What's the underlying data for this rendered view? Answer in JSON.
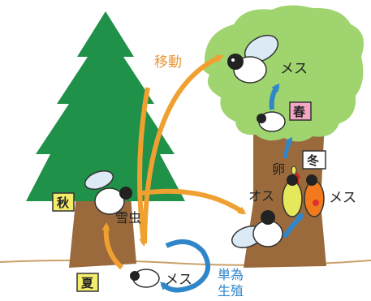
{
  "labels": {
    "migration": "移動",
    "female_top": "メス",
    "spring": "春",
    "winter": "冬",
    "egg": "卵",
    "male": "オス",
    "female_mid": "メス",
    "autumn": "秋",
    "snow_insect": "雪虫",
    "summer": "夏",
    "female_bottom": "メス",
    "parthenogenesis_1": "単為",
    "parthenogenesis_2": "生殖"
  },
  "colors": {
    "orange_arrow": "#f0a030",
    "blue_arrow": "#2f86c8",
    "migration_text": "#e8963a",
    "conifer": "#1f9148",
    "broadleaf": "#9fd46f",
    "trunk": "#9b6a3c",
    "season_box_yellow": "#f3ec6a",
    "season_box_pink": "#f2a6c4",
    "insect_yellow": "#e5e85a",
    "insect_orange": "#f07a1c"
  }
}
